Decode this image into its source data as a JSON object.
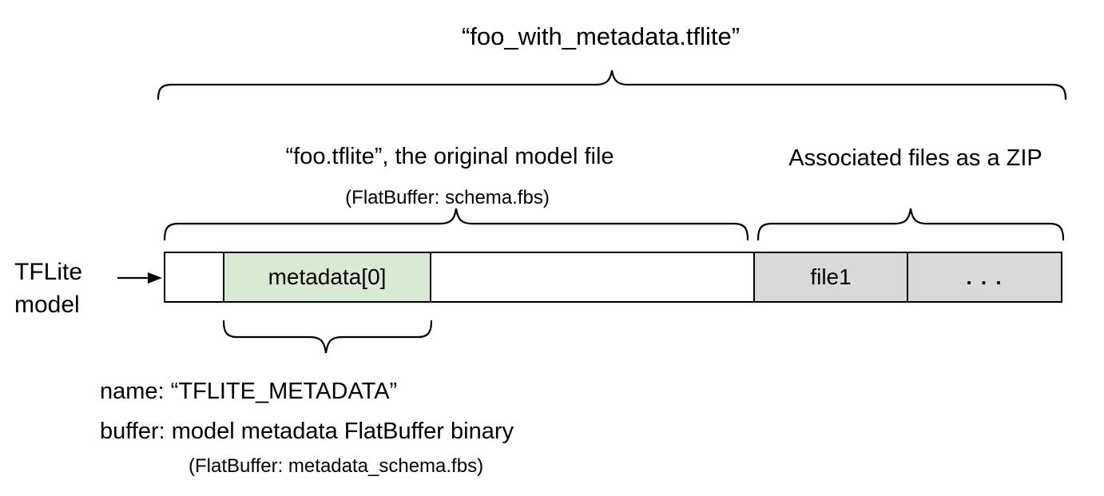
{
  "title": "“foo_with_metadata.tflite”",
  "sections": {
    "original_model": {
      "label": "“foo.tflite”, the original model file",
      "sublabel": "(FlatBuffer: schema.fbs)"
    },
    "associated_files": {
      "label": "Associated files as a ZIP"
    }
  },
  "bar": {
    "pointer_label_line1": "TFLite",
    "pointer_label_line2": "model",
    "segments": [
      {
        "name": "blank-left",
        "text": "",
        "fill": "#ffffff"
      },
      {
        "name": "metadata",
        "text": "metadata[0]",
        "fill": "#d9ead3"
      },
      {
        "name": "blank-mid",
        "text": "",
        "fill": "#ffffff"
      },
      {
        "name": "file1",
        "text": "file1",
        "fill": "#d9d9d9"
      },
      {
        "name": "more-files",
        "text": ". . .",
        "fill": "#d9d9d9"
      }
    ]
  },
  "metadata_annotation": {
    "line1": "name: “TFLITE_METADATA”",
    "line2": "buffer: model metadata FlatBuffer binary",
    "line3": "(FlatBuffer: metadata_schema.fbs)"
  },
  "colors": {
    "metadata_fill": "#d9ead3",
    "associated_fill": "#d9d9d9",
    "line": "#000000",
    "background": "#ffffff"
  }
}
